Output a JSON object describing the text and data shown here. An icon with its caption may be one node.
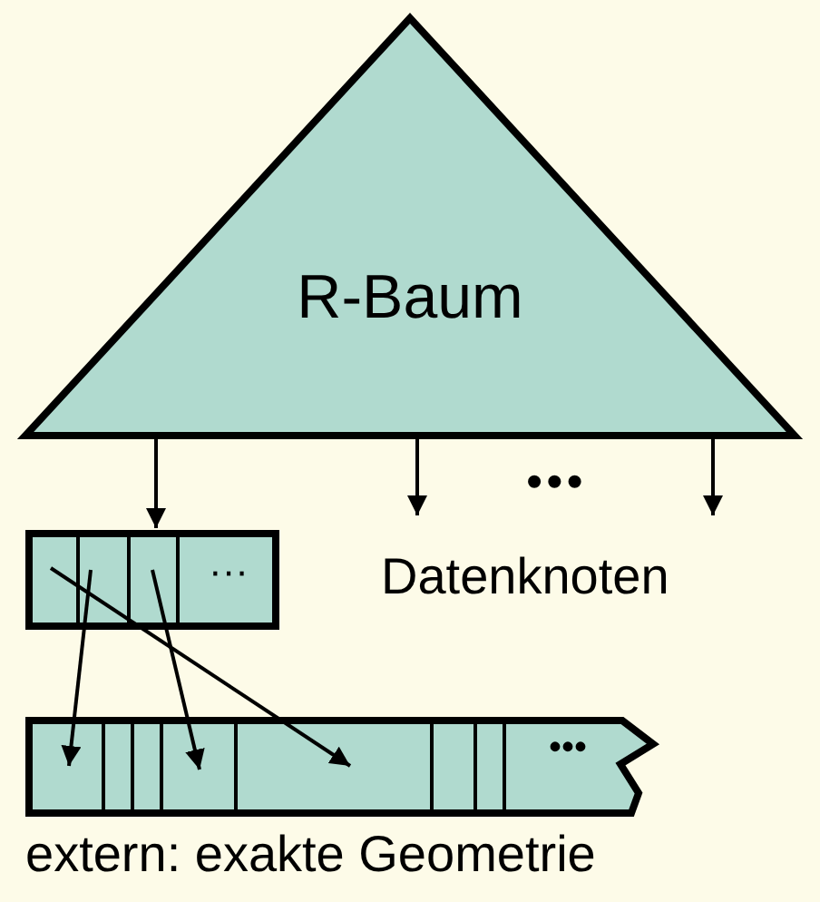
{
  "diagram": {
    "nodes": [
      {
        "text": [
          "R-Baum"
        ]
      },
      {
        "text": [
          "···"
        ]
      },
      {
        "text": [
          "•••"
        ],
        "beside": [
          "extern: exakte Geometrie"
        ]
      }
    ],
    "edges": [
      {
        "from": 0,
        "to": 1,
        "arrow": "to"
      },
      {
        "from": 0,
        "to": null,
        "arrow": "to"
      },
      {
        "from": 0,
        "to": null,
        "arrow": "to"
      },
      {
        "from": 1,
        "to": 2,
        "arrow": "to"
      },
      {
        "from": 1,
        "to": 2,
        "arrow": "to"
      },
      {
        "from": 1,
        "to": 2,
        "arrow": "to"
      }
    ],
    "labels": [
      "•••",
      "Datenknoten"
    ]
  }
}
